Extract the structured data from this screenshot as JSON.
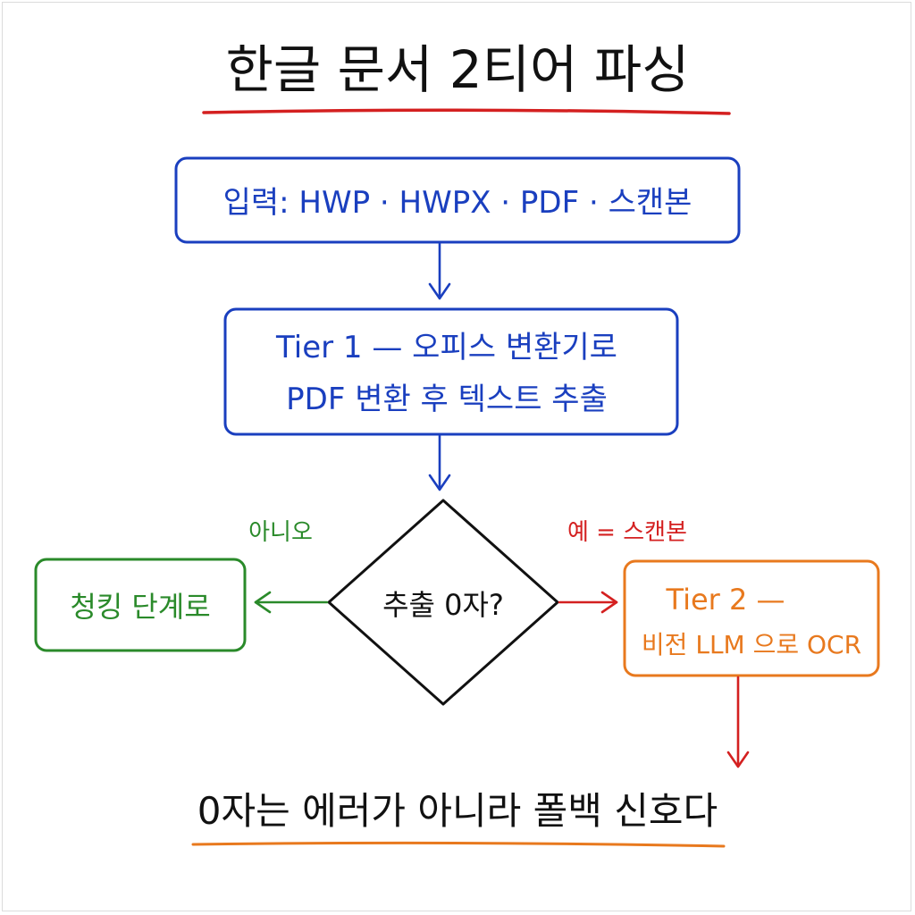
{
  "title": "한글 문서 2티어 파싱",
  "nodes": {
    "input": {
      "text": "입력: HWP · HWPX · PDF · 스캔본"
    },
    "tier1": {
      "line1": "Tier 1 — 오피스 변환기로",
      "line2": "PDF 변환 후 텍스트 추출"
    },
    "decision": {
      "text": "추출 0자?"
    },
    "chunking": {
      "text": "청킹 단계로"
    },
    "tier2": {
      "line1": "Tier 2 —",
      "line2": "비전 LLM 으로 OCR"
    }
  },
  "edge_labels": {
    "no": "아니오",
    "yes": "예 = 스캔본"
  },
  "footer": "0자는 에러가 아니라 폴백 신호다",
  "colors": {
    "blue": "#1a3fbf",
    "green": "#2a8a2a",
    "orange": "#e8791e",
    "red": "#d42020",
    "black": "#111111"
  }
}
